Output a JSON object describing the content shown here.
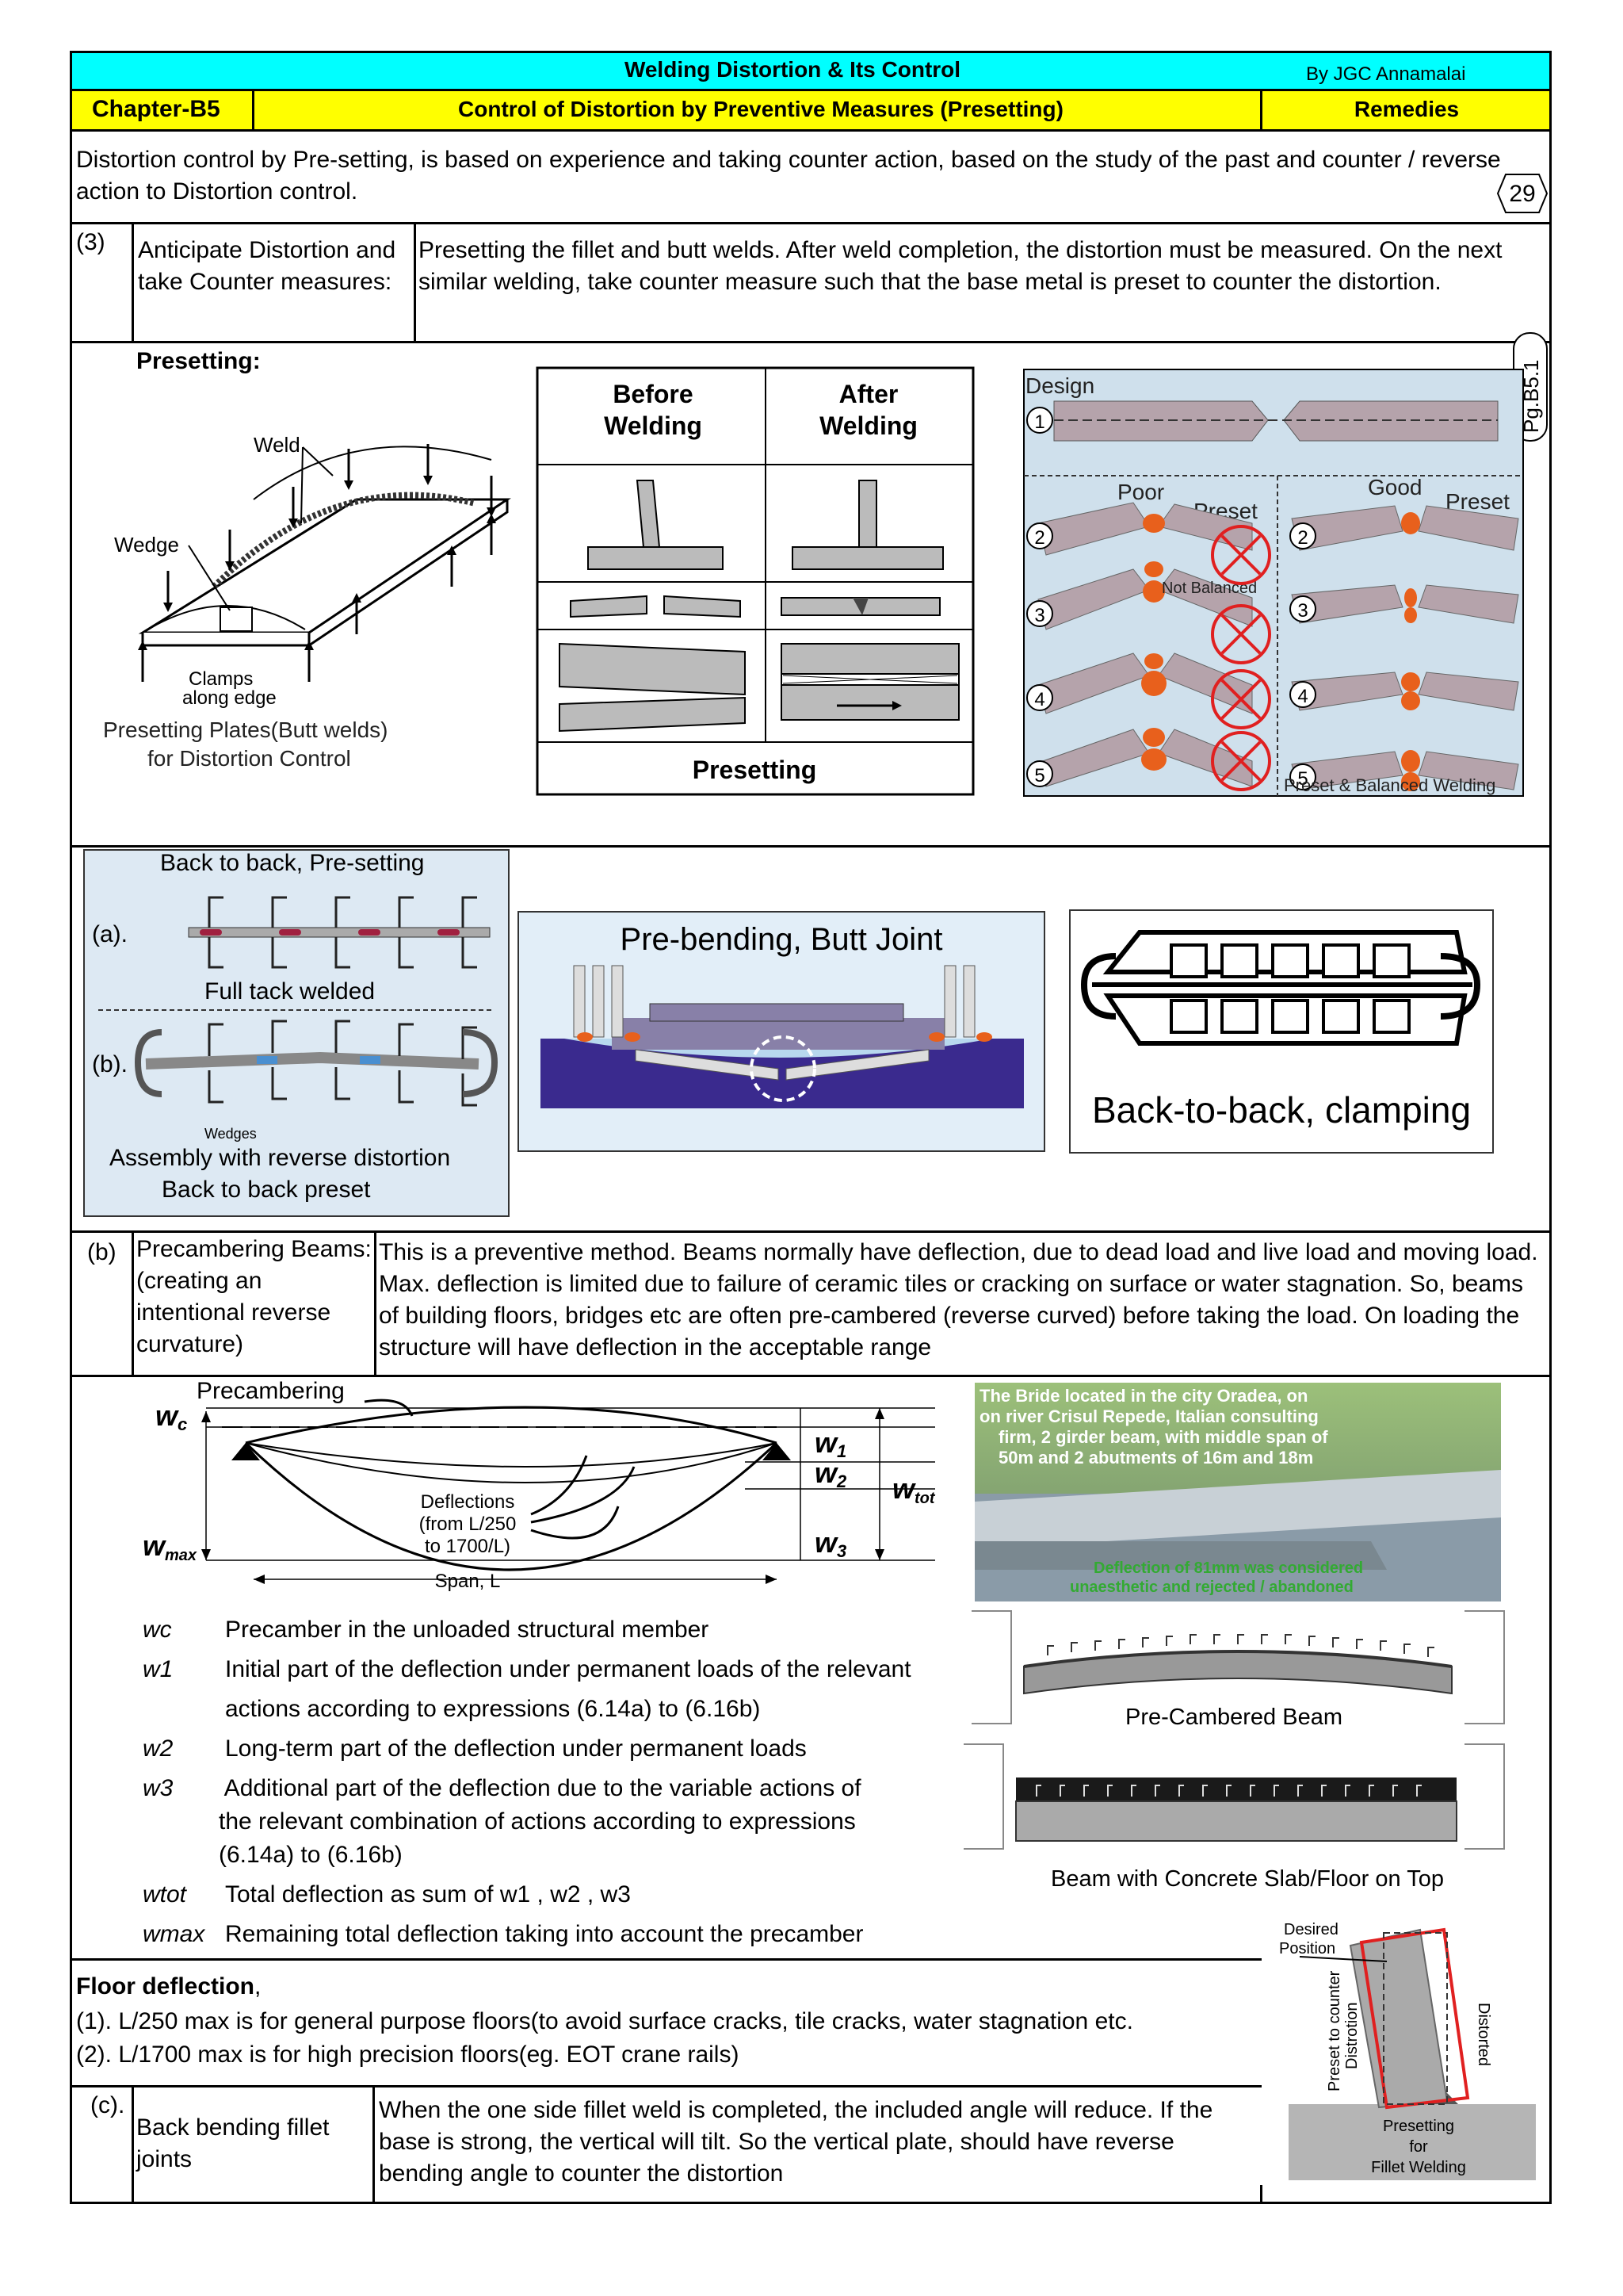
{
  "header": {
    "title": "Welding Distortion & Its Control",
    "author": "By JGC Annamalai",
    "chapter": "Chapter-B5",
    "subtitle": "Control of Distortion by  Preventive Measures (Presetting)",
    "category": "Remedies"
  },
  "intro": {
    "text": "Distortion control by Pre-setting,   is based on experience and taking counter action, based on the study of the past  and counter / reverse action to Distortion control.",
    "page_number": "29",
    "side_tag": "Pg.B5.1"
  },
  "section3": {
    "index": "(3)",
    "label": "Anticipate Distortion and take Counter measures:",
    "text": "Presetting the fillet and butt welds. After weld completion, the distortion must be measured. On the next similar welding, take counter measure such that the base metal is preset to counter the distortion."
  },
  "presetting": {
    "heading": "Presetting:",
    "fig1": {
      "weld": "Weld",
      "wedge": "Wedge",
      "clamps": "Clamps",
      "along_edge": "along edge",
      "caption1": "Presetting Plates(Butt welds)",
      "caption2": "for Distortion Control"
    },
    "fig2": {
      "before1": "Before",
      "before2": "Welding",
      "after1": "After",
      "after2": "Welding",
      "caption": "Presetting"
    },
    "fig3": {
      "design": "Design",
      "n1": "1",
      "poor": "Poor",
      "good": "Good",
      "preset": "Preset",
      "not_balanced": "Not Balanced",
      "n2": "2",
      "n3": "3",
      "n4": "4",
      "n5": "5",
      "caption": "Preset & Balanced Welding"
    }
  },
  "backtoback": {
    "fig1": {
      "title": "Back to back, Pre-setting",
      "a": "(a).",
      "full_tack": "Full tack welded",
      "b": "(b).",
      "wedges": "Wedges",
      "cap1": "Assembly with reverse distortion",
      "cap2": "Back to back preset"
    },
    "fig2": {
      "title": "Pre-bending, Butt Joint"
    },
    "fig3": {
      "caption": "Back-to-back, clamping"
    }
  },
  "sectionB": {
    "index": "(b)",
    "label": "Precambering Beams: (creating an intentional  reverse curvature)",
    "text": "This is a preventive method.  Beams normally have deflection, due to dead load and live load and moving load. Max. deflection is limited due to failure of ceramic tiles or cracking on surface or water stagnation. So, beams of building  floors, bridges etc are often pre-cambered (reverse curved) before taking the load. On loading the structure will have deflection in the acceptable range"
  },
  "precamber_fig": {
    "precambering": "Precambering",
    "wc": "w",
    "wc_sub": "c",
    "wmax": "w",
    "wmax_sub": "max",
    "w1": "w",
    "w1_sub": "1",
    "w2": "w",
    "w2_sub": "2",
    "w3": "w",
    "w3_sub": "3",
    "wtot": "w",
    "wtot_sub": "tot",
    "defl1": "Deflections",
    "defl2": "(from L/250",
    "defl3": "to 1700/L)",
    "span": "Span, L"
  },
  "bridge_photo": {
    "line1": "The Bride located  in the city Oradea, on",
    "line2": "on river Crisul Repede, Italian consulting",
    "line3": "firm, 2 girder beam, with middle span of",
    "line4": "50m and 2 abutments of 16m and 18m",
    "line5": "Deflection of 81mm was considered",
    "line6": "unaesthetic and rejected / abandoned"
  },
  "definitions": [
    {
      "sym": "wc",
      "text": "Precamber in the unloaded structural member"
    },
    {
      "sym": "w1",
      "text": "Initial part of the deflection under permanent loads of the relevant"
    },
    {
      "sym": "",
      "text": "actions according to expressions (6.14a) to (6.16b)"
    },
    {
      "sym": "w2",
      "text": "Long-term part of the deflection under permanent loads"
    },
    {
      "sym": "w3",
      "text": " Additional part of the deflection due to the variable actions of"
    },
    {
      "sym": "",
      "text": "the relevant combination of actions according to expressions"
    },
    {
      "sym": "",
      "text": "(6.14a) to (6.16b)"
    },
    {
      "sym": "wtot",
      "text": "Total deflection as sum of w1 , w2 , w3"
    },
    {
      "sym": "wmax",
      "text": "Remaining total deflection taking into account the precamber"
    }
  ],
  "beams": {
    "cap1": "Pre-Cambered Beam",
    "cap2": "Beam with Concrete Slab/Floor on Top"
  },
  "floor": {
    "heading": "Floor deflection",
    "comma": ",",
    "item1": "(1). L/250 max is for general purpose floors(to avoid surface cracks, tile cracks, water stagnation etc.",
    "item2": "(2). L/1700 max is for high precision floors(eg. EOT crane rails)"
  },
  "fillet_fig": {
    "desired1": "Desired",
    "desired2": "Position",
    "preset_counter": "Preset to counter",
    "distrotion": "Distrotion",
    "distorted": "Distorted",
    "cap1": "Presetting",
    "cap2": "for",
    "cap3": "Fillet Welding"
  },
  "sectionC": {
    "index": "(c).",
    "label": "Back bending fillet joints",
    "text": "When the one side fillet weld is completed, the included angle will reduce. If the base is strong, the vertical will tilt. So the vertical plate, should have reverse bending angle to counter the distortion"
  },
  "colors": {
    "header_cyan": "#00ffff",
    "header_yellow": "#ffff00",
    "cross_red": "#e02020",
    "weld_orange": "#e8601c"
  }
}
